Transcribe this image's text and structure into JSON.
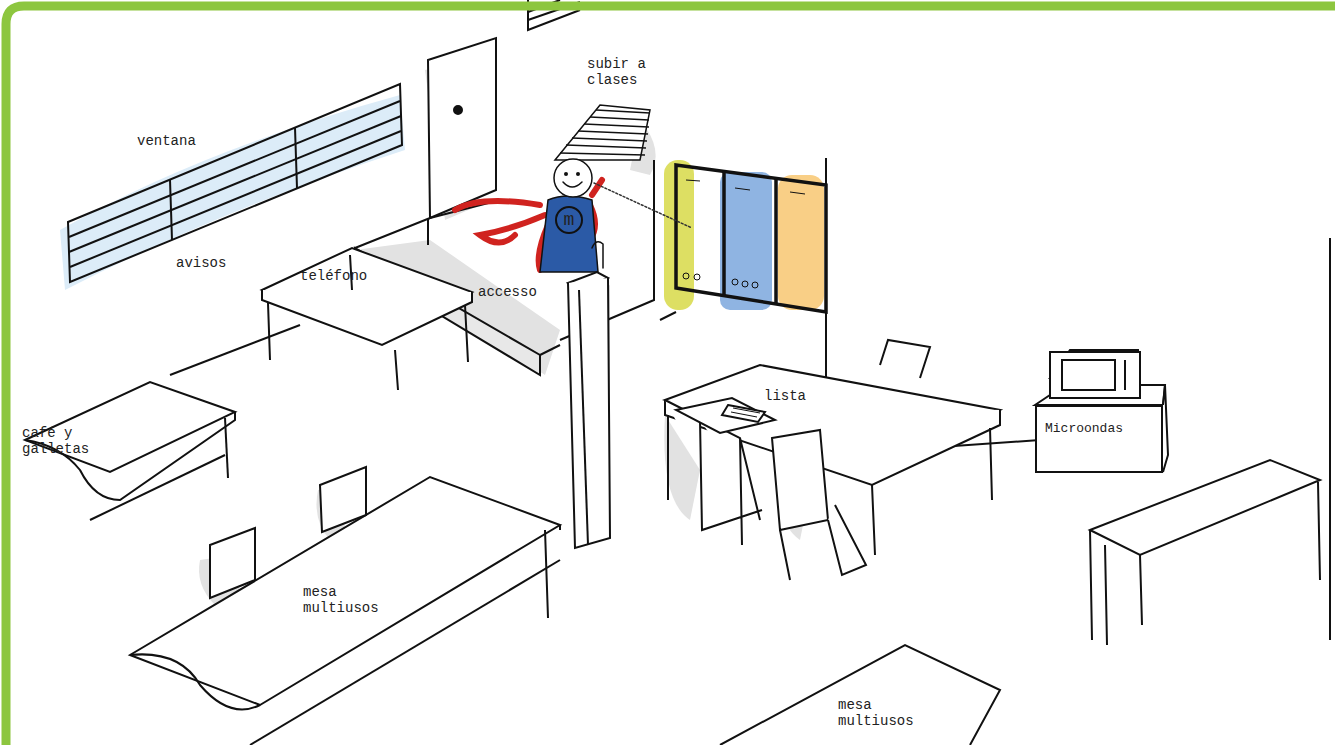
{
  "diagram": {
    "nodes": [
      {
        "text": [
          "m"
        ]
      },
      {
        "text": [
          "Microondas"
        ]
      }
    ],
    "labels": [
      "ventana",
      "subir a clases",
      "avisos",
      "teléfono",
      "accesso",
      "café y galletas",
      "lista",
      "mesa multiusos",
      "mesa multiusos"
    ]
  }
}
